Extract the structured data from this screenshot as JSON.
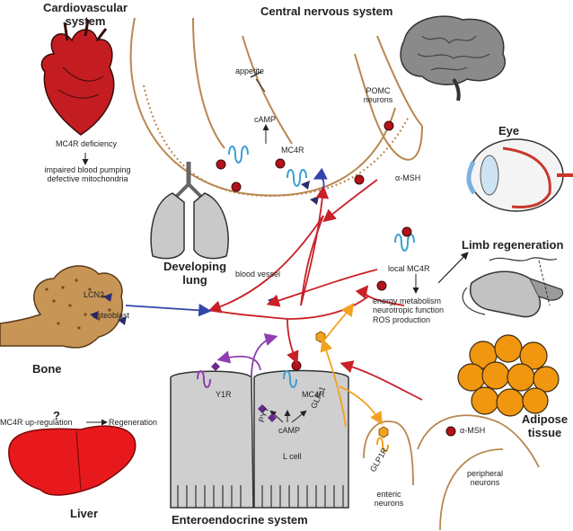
{
  "colors": {
    "neuron_outline": "#b8874f",
    "receptor_blue": "#3aa0d4",
    "receptor_purple": "#8f3fb0",
    "signal_red": "#c82027",
    "signal_blue": "#3344aa",
    "signal_purple": "#8f3fb0",
    "signal_orange": "#f3a11e",
    "heart_red": "#c31d22",
    "liver_red": "#e8191c",
    "bone_tan": "#c79556",
    "adipose_orange": "#f0960f",
    "lung_grey": "#c9c9c9",
    "cell_grey": "#cfcfcf",
    "alpha_msh_dot": "#b3121b",
    "ligand_navy": "#2b2c6f"
  },
  "panels": {
    "cardiovascular": {
      "title_line1": "Cardiovascular",
      "title_line2": "system",
      "cause": "MC4R deficiency",
      "effect_line1": "impaired blood pumping",
      "effect_line2": "defective mitochondria"
    },
    "cns": {
      "title": "Central nervous system",
      "appetite": "appetite",
      "camp": "cAMP",
      "receptor": "MC4R",
      "pomc_line1": "POMC",
      "pomc_line2": "neurons",
      "alpha_msh": "α-MSH"
    },
    "eye": {
      "title": "Eye"
    },
    "lung": {
      "title_line1": "Developing",
      "title_line2": "lung",
      "blood_vessel": "blood vessel"
    },
    "limb": {
      "title": "Limb regeneration",
      "local_mc4r": "local MC4R",
      "effects": [
        "energy metabolism",
        "neurotropic function",
        "ROS production"
      ]
    },
    "bone": {
      "title": "Bone",
      "lcn2": "LCN2",
      "osteoblast": "osteoblast"
    },
    "liver": {
      "title": "Liver",
      "question": "?",
      "cause": "MC4R up-regulation",
      "effect": "Regeneration"
    },
    "enteroendocrine": {
      "title": "Enteroendocrine system",
      "y1r": "Y1R",
      "mc4r": "MC4R",
      "pyy": "PYY",
      "glp1": "GLP-1",
      "camp": "cAMP",
      "lcell": "L cell"
    },
    "enteric": {
      "glp1r": "GLP1R",
      "label_line1": "enteric",
      "label_line2": "neurons"
    },
    "adipose": {
      "title_line1": "Adipose",
      "title_line2": "tissue"
    },
    "peripheral": {
      "alpha_msh": "α-MSH",
      "label_line1": "peripheral",
      "label_line2": "neurons"
    }
  }
}
